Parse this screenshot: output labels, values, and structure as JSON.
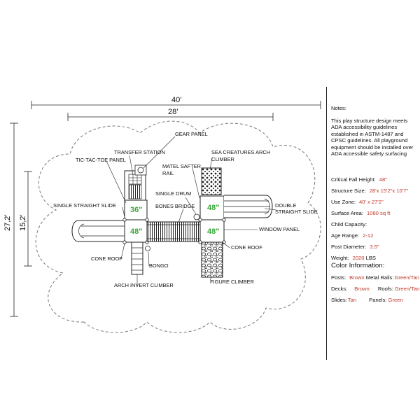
{
  "dimensions": {
    "overall_width": "40’",
    "inner_width": "28’",
    "overall_depth": "27,2’",
    "inner_depth": "15,2’"
  },
  "decks": {
    "left_upper": "36\"",
    "left_lower": "48\"",
    "right_upper": "48\"",
    "right_lower": "48\""
  },
  "labels": {
    "gear_panel": "GEAR PANEL",
    "transfer_station": "TRANSFER STATION",
    "tic_tac_toe_panel": "TIC-TAC-TOE PANEL",
    "sea_creatures_arch_climber": [
      "SEA CREATURES ARCH",
      "CLIMBER"
    ],
    "matel_safter_rail": [
      "MATEL SAFTER",
      "RAIL"
    ],
    "single_drum": "SINGLE DRUM",
    "bones_bridge": "BONES BRIDGE",
    "single_straight_slide": "SINGLE STRAIGHT SLIDE",
    "double_straight_slide": [
      "DOUBLE",
      "STRAIGHT SLIDE"
    ],
    "window_panel": "WINDOW PANEL",
    "cone_roof_left": "CONE ROOF",
    "cone_roof_right": "CONE ROOF",
    "bongo": "BONGO",
    "arch_invert_climber": "ARCH INVERT CLIMBER",
    "figure_climber": "FIGURE CLIMBER"
  },
  "notes": {
    "title": "Notes:",
    "paragraph": "This play structure design meets ADA accessibility guidelines established in ASTM-1487 and CPSC guidelines. All playground equipment should be installed over ADA accessible safety surfacing",
    "specs": [
      {
        "label": "Critical Fall Height:",
        "value": "48\""
      },
      {
        "label": "Structure Size:",
        "value": "28'x 15'2\"x 10'7\""
      },
      {
        "label": "Use Zone:",
        "value": "40' x 27'2\""
      },
      {
        "label": "Surface Area:",
        "value": "1080 sq ft"
      },
      {
        "label": "Child Capacity:",
        "value": ""
      },
      {
        "label": "Age Range:",
        "value": "2-12"
      },
      {
        "label": "Post Diameter:",
        "value": "3.5\""
      },
      {
        "label": "Weight:",
        "value": "2020",
        "unit": "LBS"
      }
    ],
    "color_title": "Color Information:",
    "colors": {
      "posts_label": "Posts:",
      "posts_value": "Brown",
      "metal_rails_label": "Metal Rails:",
      "metal_rails_value": "Green/Tan",
      "decks_label": "Decks:",
      "decks_value": "Brown",
      "roofs_label": "Roofs:",
      "roofs_value": "Green/Tan",
      "slides_label": "Slides:",
      "slides_value": "Tan",
      "panels_label": "Panels:",
      "panels_value": "Green"
    },
    "value_color": "#c0392b"
  },
  "deck_label_color": "#3aa63a"
}
